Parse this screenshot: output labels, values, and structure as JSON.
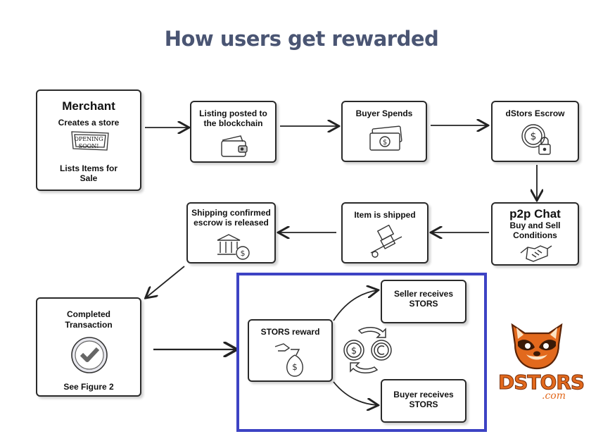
{
  "title": "How users get rewarded",
  "merchant": {
    "heading": "Merchant",
    "line1": "Creates a store",
    "sign": [
      "OPENING",
      "SOON!"
    ],
    "line2a": "Lists Items for",
    "line2b": "Sale"
  },
  "listing": {
    "line1": "Listing posted to",
    "line2": "the blockchain"
  },
  "buyer_spends": {
    "line1": "Buyer Spends"
  },
  "escrow": {
    "line1": "dStors Escrow"
  },
  "p2p": {
    "heading": "p2p Chat",
    "line1": "Buy and Sell",
    "line2": "Conditions"
  },
  "shipped": {
    "line1": "Item is shipped"
  },
  "shipping": {
    "line1": "Shipping confirmed",
    "line2": "escrow is released"
  },
  "completed": {
    "line1": "Completed",
    "line2": "Transaction",
    "line3": "See Figure 2"
  },
  "reward": {
    "line1": "STORS reward"
  },
  "seller_receives": {
    "line1": "Seller receives",
    "line2": "STORS"
  },
  "buyer_receives": {
    "line1": "Buyer receives",
    "line2": "STORS"
  },
  "logo": {
    "name": "DSTORS",
    "suffix": ".com"
  },
  "colors": {
    "title": "#4a5573",
    "highlight": "#3d43c4",
    "logo": "#e2691d"
  }
}
